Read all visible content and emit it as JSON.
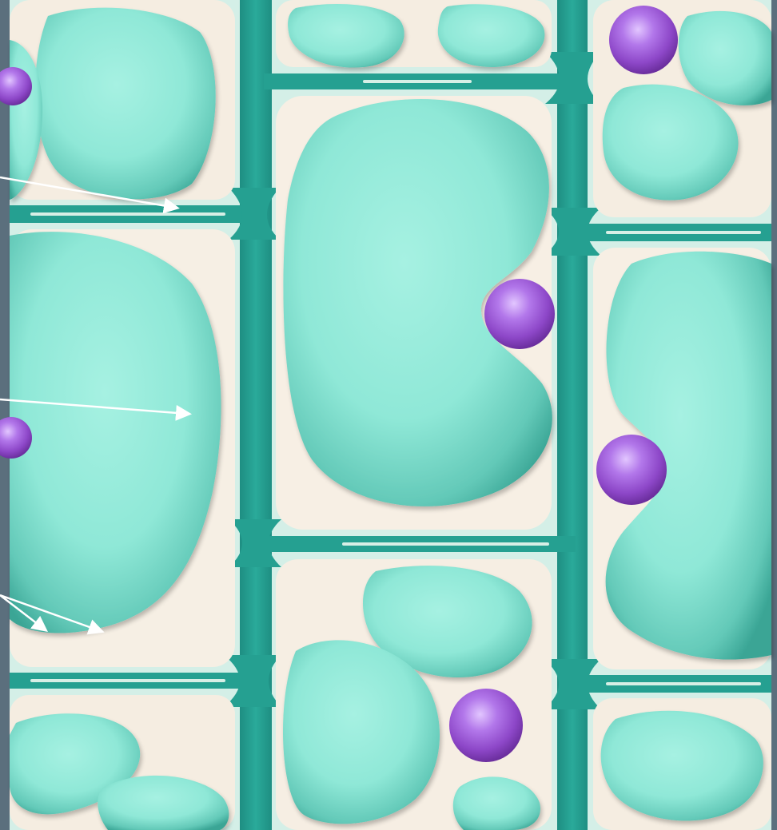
{
  "diagram": {
    "type": "plant-cell-tissue-illustration",
    "colors": {
      "background_margin": "#5b6f7d",
      "cytoplasm": "#f5ede1",
      "cytoplasm_edge": "#d9efe6",
      "cell_wall": "#26a394",
      "cell_wall_dark": "#1f8f83",
      "vacuole_fill": "#8fe8d7",
      "vacuole_edge": "#44b5a4",
      "vacuole_shadow": "#2f9486",
      "nucleus": "#9d5ad7",
      "nucleus_highlight": "#d7b1ff",
      "arrow": "#ffffff"
    },
    "icons": [
      "nucleus-icon",
      "arrow-icon"
    ],
    "annotations": [
      {
        "name": "cell-wall-arrow"
      },
      {
        "name": "vacuole-membrane-arrow"
      },
      {
        "name": "cytoplasm-arrow"
      }
    ]
  }
}
